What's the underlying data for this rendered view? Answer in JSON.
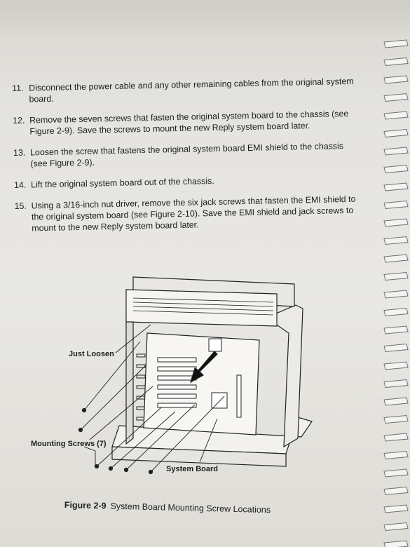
{
  "steps": [
    {
      "num": "11.",
      "text": "Disconnect the power cable and any other remaining cables from the original system board."
    },
    {
      "num": "12.",
      "text": "Remove the seven screws that fasten the original system board to the chassis (see Figure 2-9).  Save the screws to mount the new Reply system board later."
    },
    {
      "num": "13.",
      "text": "Loosen the screw that fastens the original system board EMI shield to the chassis (see Figure 2-9)."
    },
    {
      "num": "14.",
      "text": "Lift the original system board out of the chassis."
    },
    {
      "num": "15.",
      "text": "Using a 3/16-inch nut driver, remove the six jack screws that fasten the EMI shield to the original system board (see Figure 2-10).  Save the EMI shield and jack screws to mount to the new Reply system board later."
    }
  ],
  "figure": {
    "callouts": {
      "just_loosen": "Just Loosen",
      "mounting_screws": "Mounting Screws (7)",
      "system_board": "System Board"
    },
    "caption_label": "Figure 2-9",
    "caption_text": "System Board Mounting Screw Locations"
  }
}
